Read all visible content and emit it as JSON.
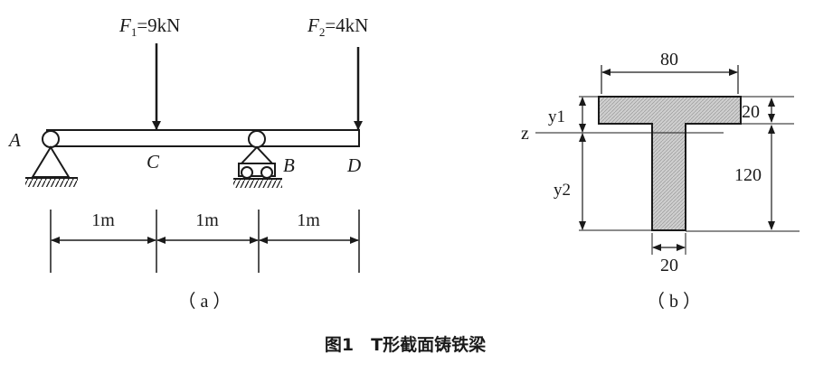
{
  "beam": {
    "force1": {
      "symbol": "F",
      "subscript": "1",
      "value": "=9kN"
    },
    "force2": {
      "symbol": "F",
      "subscript": "2",
      "value": "=4kN"
    },
    "points": {
      "a": "A",
      "b": "B",
      "c": "C",
      "d": "D"
    },
    "spans": [
      "1m",
      "1m",
      "1m"
    ],
    "sublabel": "（ a ）"
  },
  "section": {
    "top_width": "80",
    "flange_thickness": "20",
    "total_height": "120",
    "web_width": "20",
    "axis_label": "z",
    "y1_label": "y1",
    "y2_label": "y2",
    "sublabel": "（ b ）"
  },
  "caption": "图1　T形截面铸铁梁"
}
